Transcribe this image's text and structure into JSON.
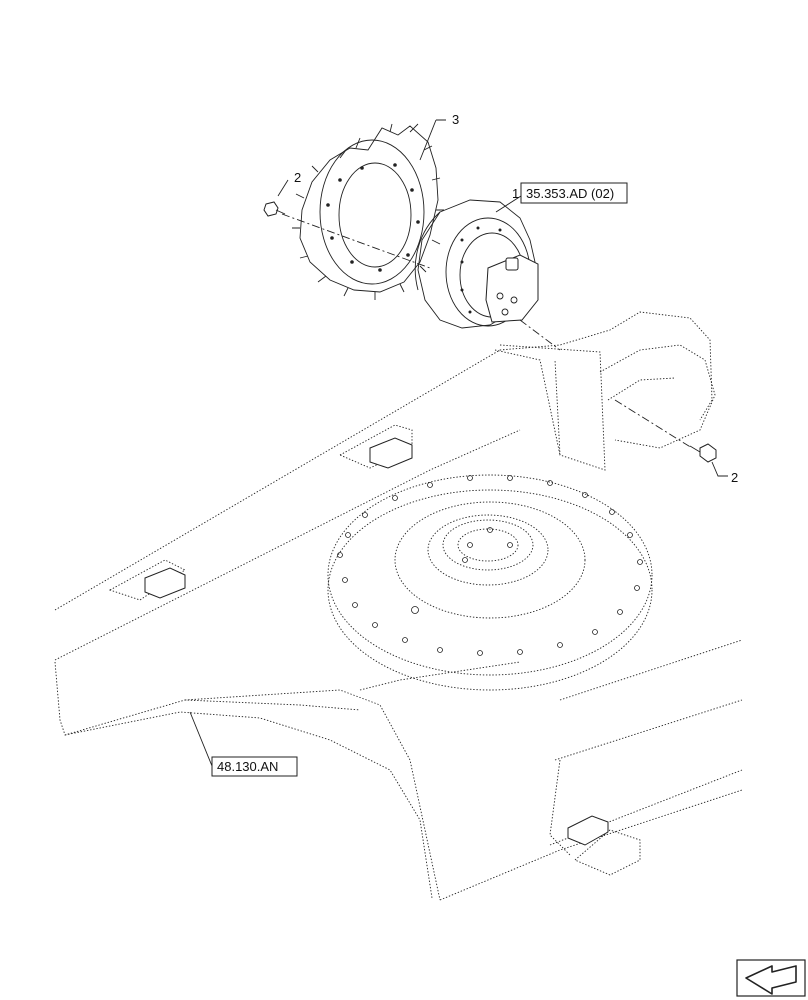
{
  "callouts": {
    "item_1": "1",
    "item_2_top": "2",
    "item_2_right": "2",
    "item_3": "3",
    "ref_final_drive": "35.353.AD (02)",
    "ref_track_frame": "48.130.AN"
  },
  "icons": {
    "navigation": "next-page-arrow-icon"
  }
}
